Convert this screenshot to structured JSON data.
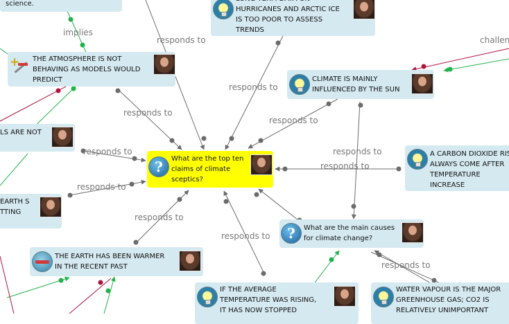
{
  "nodes": {
    "top_left": {
      "text": "science."
    },
    "top_center": {
      "text": "LONG TERM DATA ON\nHURRICANES AND ARCTIC ICE\nIS TOO POOR TO ASSESS\nTRENDS",
      "icon": "lightbulb-icon"
    },
    "atmosphere": {
      "text": "THE ATMOSPHERE IS NOT\nBEHAVING AS MODELS WOULD\nPREDICT",
      "icon": "plus-minus-icon"
    },
    "climate_sun": {
      "text": "CLIMATE IS MAINLY\nINFLUENCED BY THE SUN",
      "icon": "lightbulb-icon"
    },
    "models_left": {
      "text": "LS ARE NOT"
    },
    "focal": {
      "text": "What are the top ten\nclaims of climate\nsceptics?",
      "icon": "question-icon"
    },
    "co2": {
      "text": "A CARBON DIOXIDE RISE\nALWAYS COME AFTER\nTEMPERATURE INCREASE\nBEFORE",
      "icon": "lightbulb-icon"
    },
    "earth_left": {
      "text": "EARTH S\nTTING"
    },
    "main_causes": {
      "text": "What are the main causes\nfor climate change?",
      "icon": "question-icon"
    },
    "warmer": {
      "text": "THE EARTH HAS BEEN WARMER\nIN THE RECENT PAST",
      "icon": "minus-icon"
    },
    "temp_stopped": {
      "text": "IF THE AVERAGE\nTEMPERATURE WAS RISING,\nIT HAS NOW STOPPED",
      "icon": "lightbulb-icon"
    },
    "water_vapour": {
      "text": "WATER VAPOUR IS THE MAJOR\nGREENHOUSE GAS; CO2 IS\nRELATIVELY UNIMPORTANT",
      "icon": "lightbulb-icon"
    }
  },
  "edge_labels": {
    "implies": "implies",
    "challenges": "challen",
    "responds_to": "responds to"
  },
  "colors": {
    "responds_line": "#6b6b6b",
    "supports_line": "#22b24c",
    "challenges_line": "#b0133d",
    "node_bg": "#d5e9f0",
    "focal_bg": "#ffff00"
  }
}
